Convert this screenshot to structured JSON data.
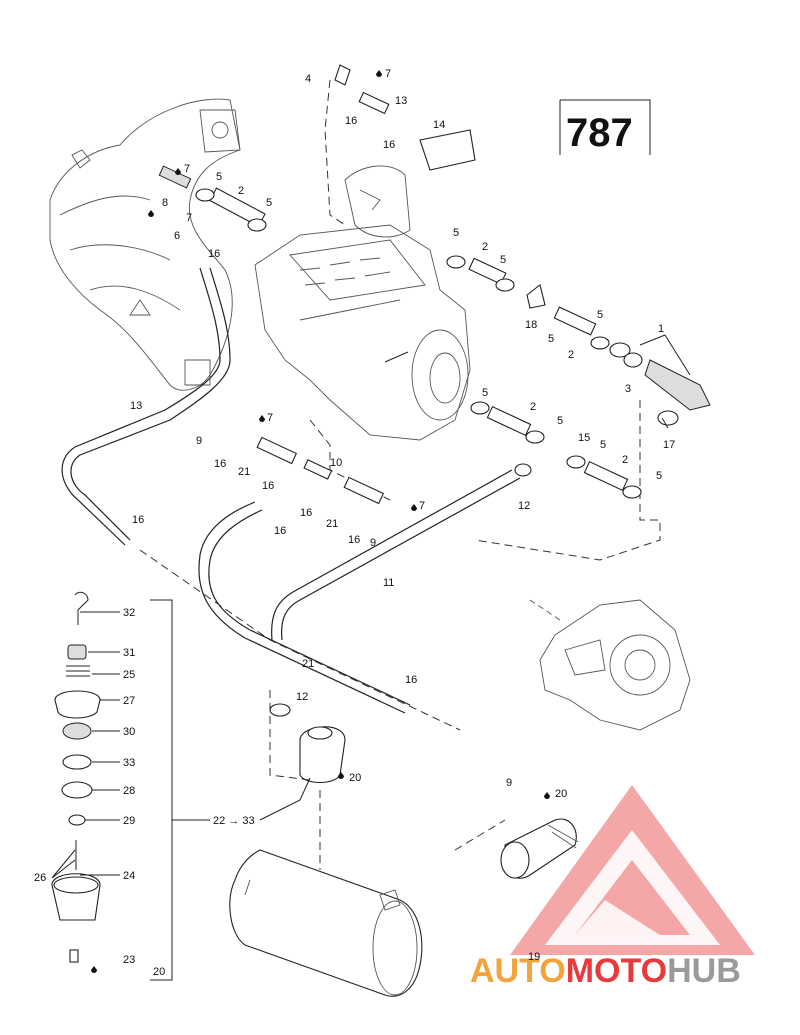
{
  "page_number": "787",
  "range_label": "22 → 33",
  "labels": {
    "l1": "1",
    "l2a": "2",
    "l2b": "2",
    "l2c": "2",
    "l2d": "2",
    "l2e": "2",
    "l3": "3",
    "l4": "4",
    "l5a": "5",
    "l5b": "5",
    "l5c": "5",
    "l5d": "5",
    "l5e": "5",
    "l5f": "5",
    "l5g": "5",
    "l5h": "5",
    "l5i": "5",
    "l5j": "5",
    "l6": "6",
    "l7a": "7",
    "l7b": "7",
    "l7c": "7",
    "l7d": "7",
    "l7e": "7",
    "l8": "8",
    "l9a": "9",
    "l9b": "9",
    "l9c": "9",
    "l10": "10",
    "l11": "11",
    "l12a": "12",
    "l12b": "12",
    "l13a": "13",
    "l13b": "13",
    "l14": "14",
    "l15": "15",
    "l16a": "16",
    "l16b": "16",
    "l16c": "16",
    "l16d": "16",
    "l16e": "16",
    "l16f": "16",
    "l16g": "16",
    "l16h": "16",
    "l16i": "16",
    "l16j": "16",
    "l17": "17",
    "l18": "18",
    "l19": "19",
    "l20a": "20",
    "l20b": "20",
    "l20c": "20",
    "l21a": "21",
    "l21b": "21",
    "l21c": "21",
    "l23": "23",
    "l24": "24",
    "l25": "25",
    "l26": "26",
    "l27": "27",
    "l28": "28",
    "l29": "29",
    "l30": "30",
    "l31": "31",
    "l32": "32",
    "l33": "33"
  },
  "watermark": {
    "word_part1": "AUTO",
    "word_part2": "MOTO",
    "word_part3": "HUB",
    "color_red": "#e83a3a",
    "color_orange": "#f2a33a",
    "color_grey": "#9a9a9a"
  }
}
